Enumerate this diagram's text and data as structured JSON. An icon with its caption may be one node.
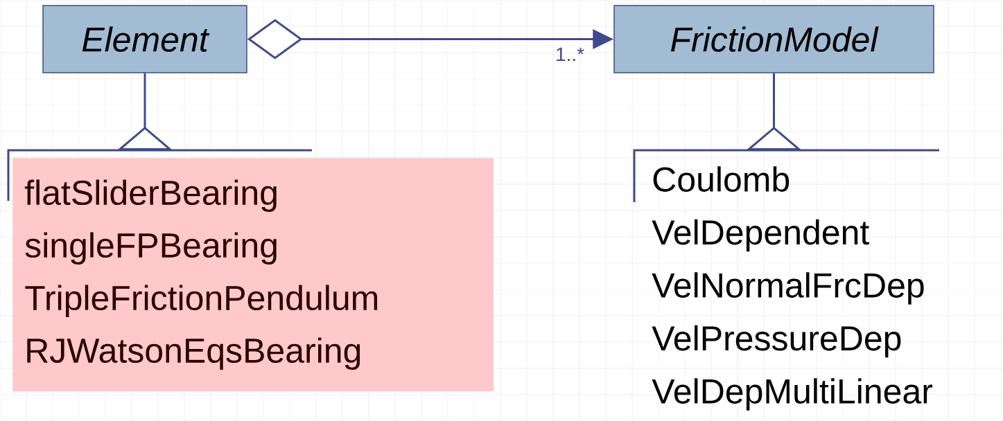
{
  "diagram": {
    "nodes": [
      {
        "text": [
          "*Element*"
        ]
      },
      {
        "text": [
          "*FrictionModel*"
        ]
      },
      {
        "text": [
          "flatSliderBearing",
          "singleFPBearing",
          "TripleFrictionPendulum",
          "RJWatsonEqsBearing"
        ]
      },
      {
        "text": [
          "Coulomb",
          "VelDependent",
          "VelNormalFrcDep",
          "VelPressureDep",
          "VelDepMultiLinear"
        ]
      }
    ],
    "edges": [
      {
        "from": 0,
        "to": 1,
        "arrow": "to",
        "label": "1..*"
      },
      {
        "from": 2,
        "to": 0,
        "arrow": "to"
      },
      {
        "from": 3,
        "to": 1,
        "arrow": "to"
      }
    ]
  }
}
